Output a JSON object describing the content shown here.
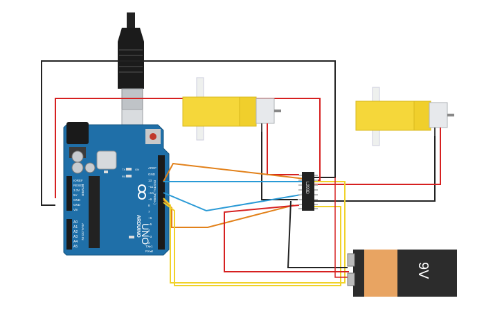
{
  "board": {
    "brand": "ARDUINO",
    "model": "UNO",
    "header_top": [
      "AREF",
      "GND",
      "13",
      "~11",
      "~10",
      "~9",
      "8",
      "7",
      "~6",
      "~5",
      "4",
      "~3",
      "2",
      "TX▸1",
      "RX◂0"
    ],
    "digital_label": "DIGITAL (PWM~)",
    "power_pins": [
      "IOREF",
      "RESET",
      "3.3V",
      "5V",
      "GND",
      "GND",
      "Vin"
    ],
    "power_label": "POWER",
    "analog_pins": [
      "A0",
      "A1",
      "A2",
      "A3",
      "A4",
      "A5"
    ],
    "analog_label": "ANALOG IN",
    "led_labels": [
      "TX",
      "RX"
    ],
    "on_label": "ON"
  },
  "driver": {
    "label": "L293D"
  },
  "battery": {
    "label": "9V"
  },
  "colors": {
    "board": "#1f6fa8",
    "motor": "#f5d73a",
    "wire_red": "#d62020",
    "wire_black": "#222222",
    "wire_orange": "#e2811a",
    "wire_blue": "#2a9ad6",
    "wire_yellow": "#f0d22a",
    "battery_orange": "#e8a462",
    "battery_black": "#2c2c2c"
  }
}
